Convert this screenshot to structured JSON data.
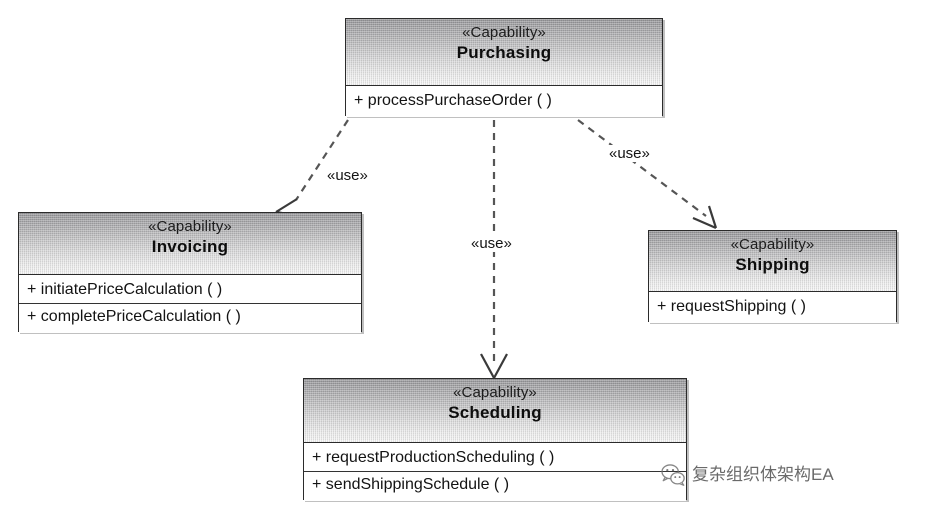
{
  "diagram": {
    "type": "uml-class-diagram",
    "background": "#ffffff",
    "stereotype_label": "«Capability»",
    "dependency_label": "«use»",
    "classes": [
      {
        "id": "purchasing",
        "stereotype": "«Capability»",
        "name": "Purchasing",
        "operations": [
          "+ processPurchaseOrder ( )"
        ]
      },
      {
        "id": "invoicing",
        "stereotype": "«Capability»",
        "name": "Invoicing",
        "operations": [
          "+ initiatePriceCalculation ( )",
          "+ completePriceCalculation ( )"
        ]
      },
      {
        "id": "shipping",
        "stereotype": "«Capability»",
        "name": "Shipping",
        "operations": [
          "+ requestShipping ( )"
        ]
      },
      {
        "id": "scheduling",
        "stereotype": "«Capability»",
        "name": "Scheduling",
        "operations": [
          "+ requestProductionScheduling ( )",
          "+ sendShippingSchedule ( )"
        ]
      }
    ],
    "dependencies": [
      {
        "id": "dep-invoicing",
        "from": "purchasing",
        "to": "invoicing",
        "label": "«use»"
      },
      {
        "id": "dep-scheduling",
        "from": "purchasing",
        "to": "scheduling",
        "label": "«use»"
      },
      {
        "id": "dep-shipping",
        "from": "purchasing",
        "to": "shipping",
        "label": "«use»"
      }
    ],
    "colors": {
      "border": "#2b2b2b",
      "header_top": "#97979a",
      "header_bottom": "#f6f6f6",
      "body": "#ffffff",
      "edge": "#555555",
      "text": "#131313"
    }
  },
  "watermark": {
    "text": "复杂组织体架构EA",
    "logo": "wechat-logo"
  }
}
